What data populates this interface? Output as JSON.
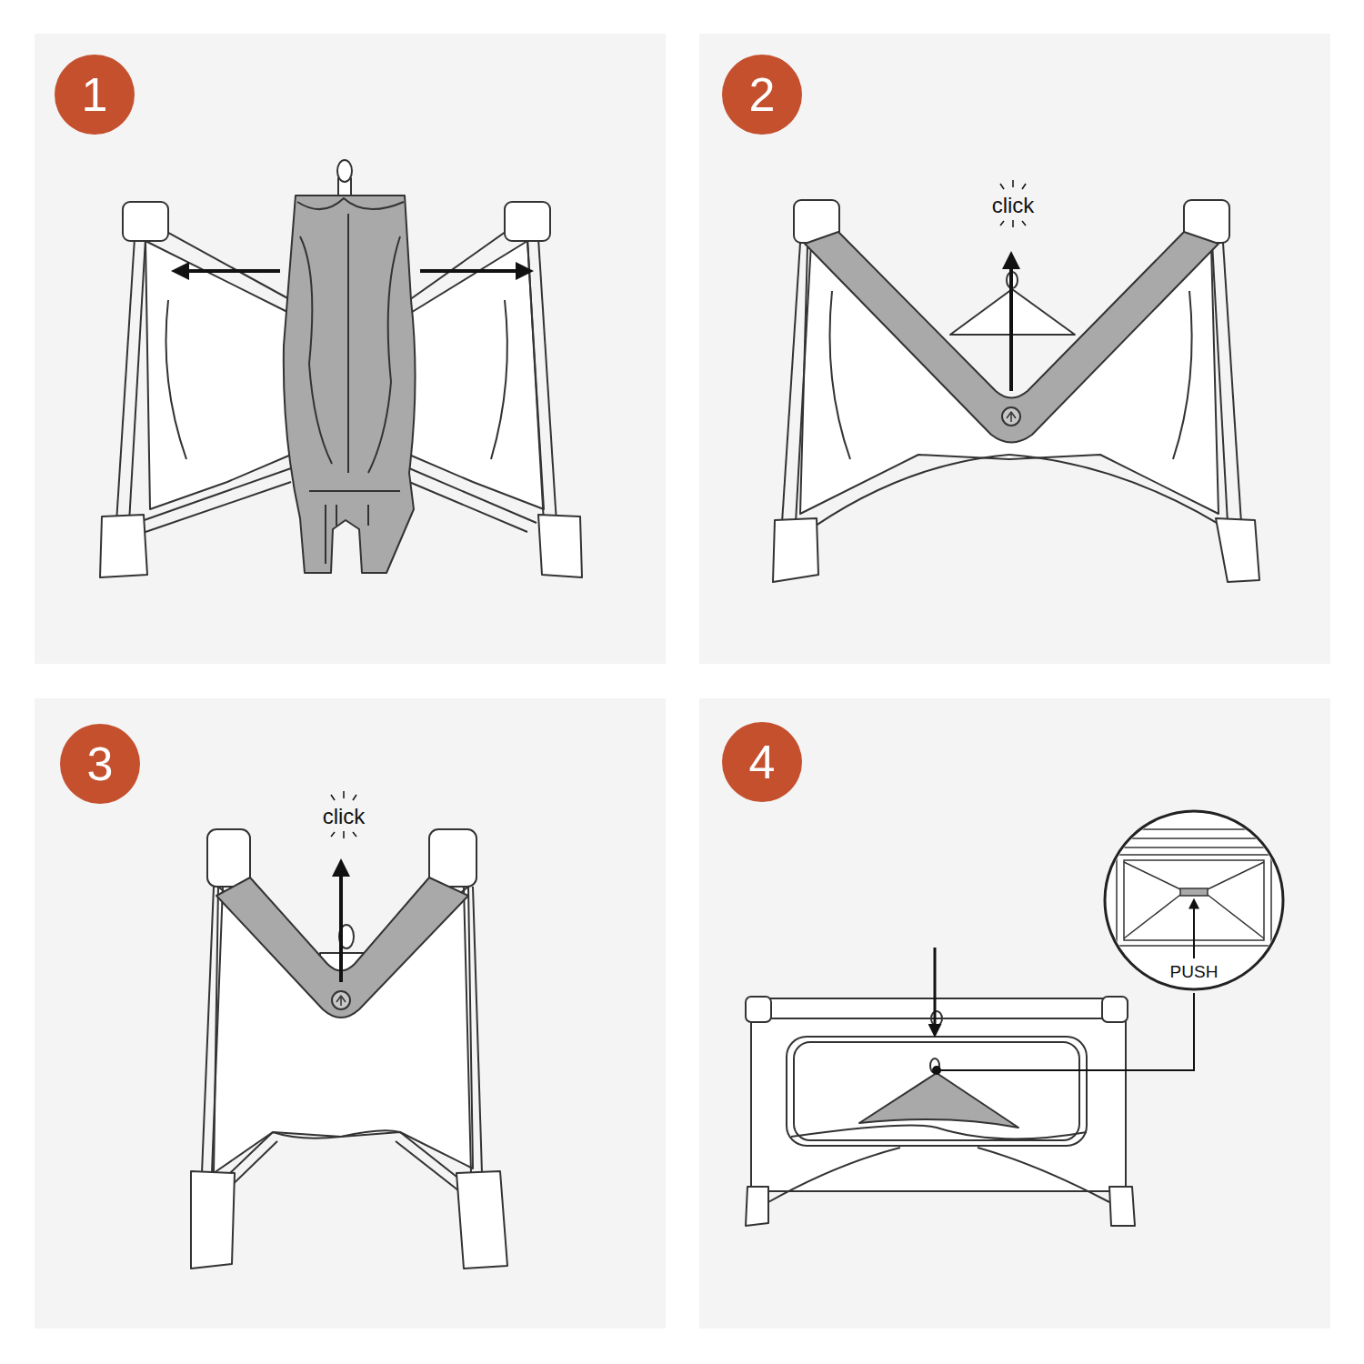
{
  "diagram": {
    "nodes": [
      {
        "text": [
          "1"
        ]
      },
      {
        "text": [
          "2"
        ]
      },
      {
        "text": [
          "3"
        ]
      },
      {
        "text": [
          "4"
        ]
      },
      {
        "text": [
          "PUSH"
        ]
      }
    ],
    "labels": [
      "click",
      "click"
    ]
  }
}
